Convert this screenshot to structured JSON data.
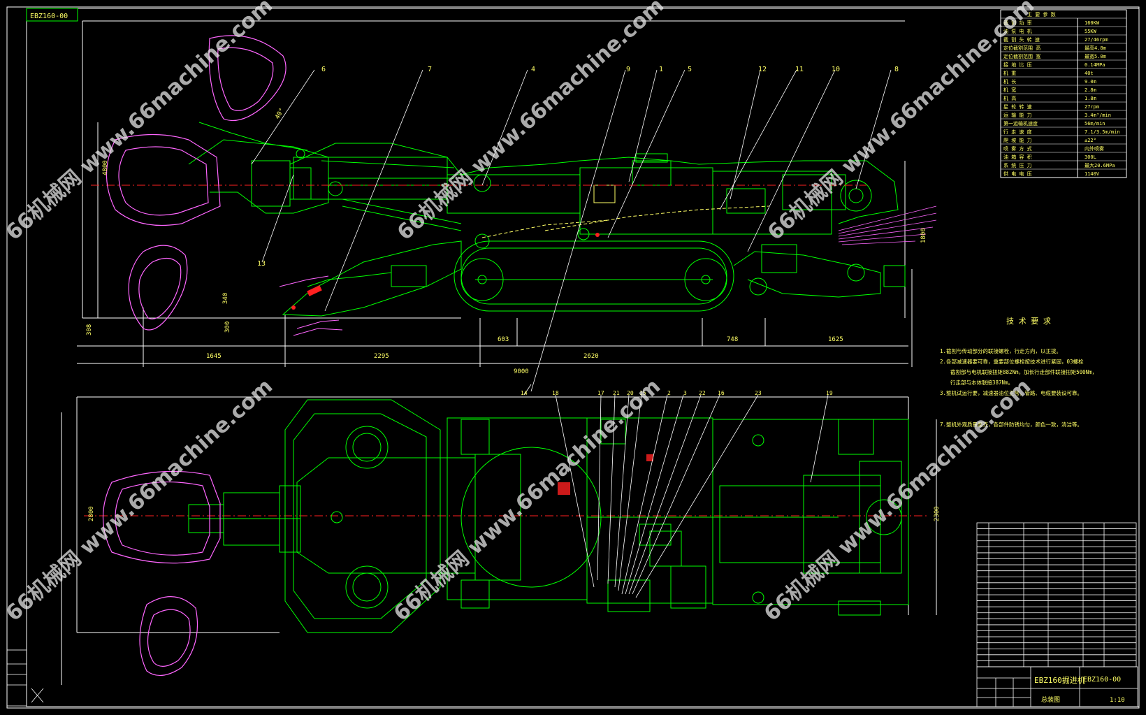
{
  "title_tag": "EBZ160-00",
  "watermarks": [
    "66机械网 www.66machine.com"
  ],
  "tech_requirements": {
    "heading": "技 术 要 求",
    "items": [
      "1.截割与传动部分的联接螺栓，行走方向，以正拔。",
      "2.各部减速器要可靠，重要部位螺栓按技术进行紧固，03螺栓",
      "截割部与电机联接扭矩882Nm，加长行走部件联接扭矩500Nm，",
      "行走部与本体联接387Nm。",
      "3.整机试运行要，减速器油位正常，管路、电缆要装设可靠。",
      "7.整机外观质量整齐，各部件防锈均匀，颜色一致，清洁等。"
    ]
  },
  "spec_table": {
    "rows": [
      [
        "主  要  参  数",
        ""
      ],
      [
        "截 割 功 率",
        "160KW"
      ],
      [
        "油 泵 电 机",
        "55KW"
      ],
      [
        "截 割 头 转 速",
        "27/46rpm"
      ],
      [
        "定位截割范围 高",
        "最高4.8m"
      ],
      [
        "定位截割范围 宽",
        "最宽5.0m"
      ],
      [
        "接 地 比 压",
        "0.14MPa"
      ],
      [
        "机 重",
        "40t"
      ],
      [
        "机 长",
        "9.0m"
      ],
      [
        "机 宽",
        "2.8m"
      ],
      [
        "机 高",
        "1.8m"
      ],
      [
        "星 轮 转 速",
        "27rpm"
      ],
      [
        "运 输 能 力",
        "3.4m³/min"
      ],
      [
        "第一运输机速度",
        "56m/min"
      ],
      [
        "行 走 速 度",
        "7.1/3.5m/min"
      ],
      [
        "爬 坡 能 力",
        "±22°"
      ],
      [
        "喷 雾 方 式",
        "内外喷雾"
      ],
      [
        "油 箱 容 积",
        "300L"
      ],
      [
        "系 统 压 力",
        "最大20.6MPa"
      ],
      [
        "供 电 电 压",
        "1140V"
      ]
    ]
  },
  "callouts_side": [
    "6",
    "7",
    "4",
    "9",
    "1",
    "5",
    "12",
    "11",
    "10",
    "8",
    "13"
  ],
  "callouts_plan": [
    "14",
    "18",
    "17",
    "21",
    "20",
    "15",
    "2",
    "3",
    "22",
    "16",
    "23",
    "19"
  ],
  "dimensions_side": {
    "horizontal": [
      "1645",
      "2295",
      "603",
      "2620",
      "748",
      "1625",
      "9000"
    ],
    "vertical": [
      "4800",
      "1800",
      "340",
      "300",
      "308"
    ],
    "angle": "40°"
  },
  "dimensions_plan": {
    "left_width": "2800",
    "right_width": "2300"
  },
  "title_block": {
    "drawing_no": "EBZ160-00",
    "name": "EBZ160掘进机",
    "sheet": "总装图",
    "scale": "1:10"
  },
  "colors": {
    "bg": "#000000",
    "line": "#00ff00",
    "cutter": "#ff66ff",
    "text": "#ffff66",
    "white": "#ffffff",
    "red": "#ff2020",
    "cyan": "#00ffff"
  }
}
